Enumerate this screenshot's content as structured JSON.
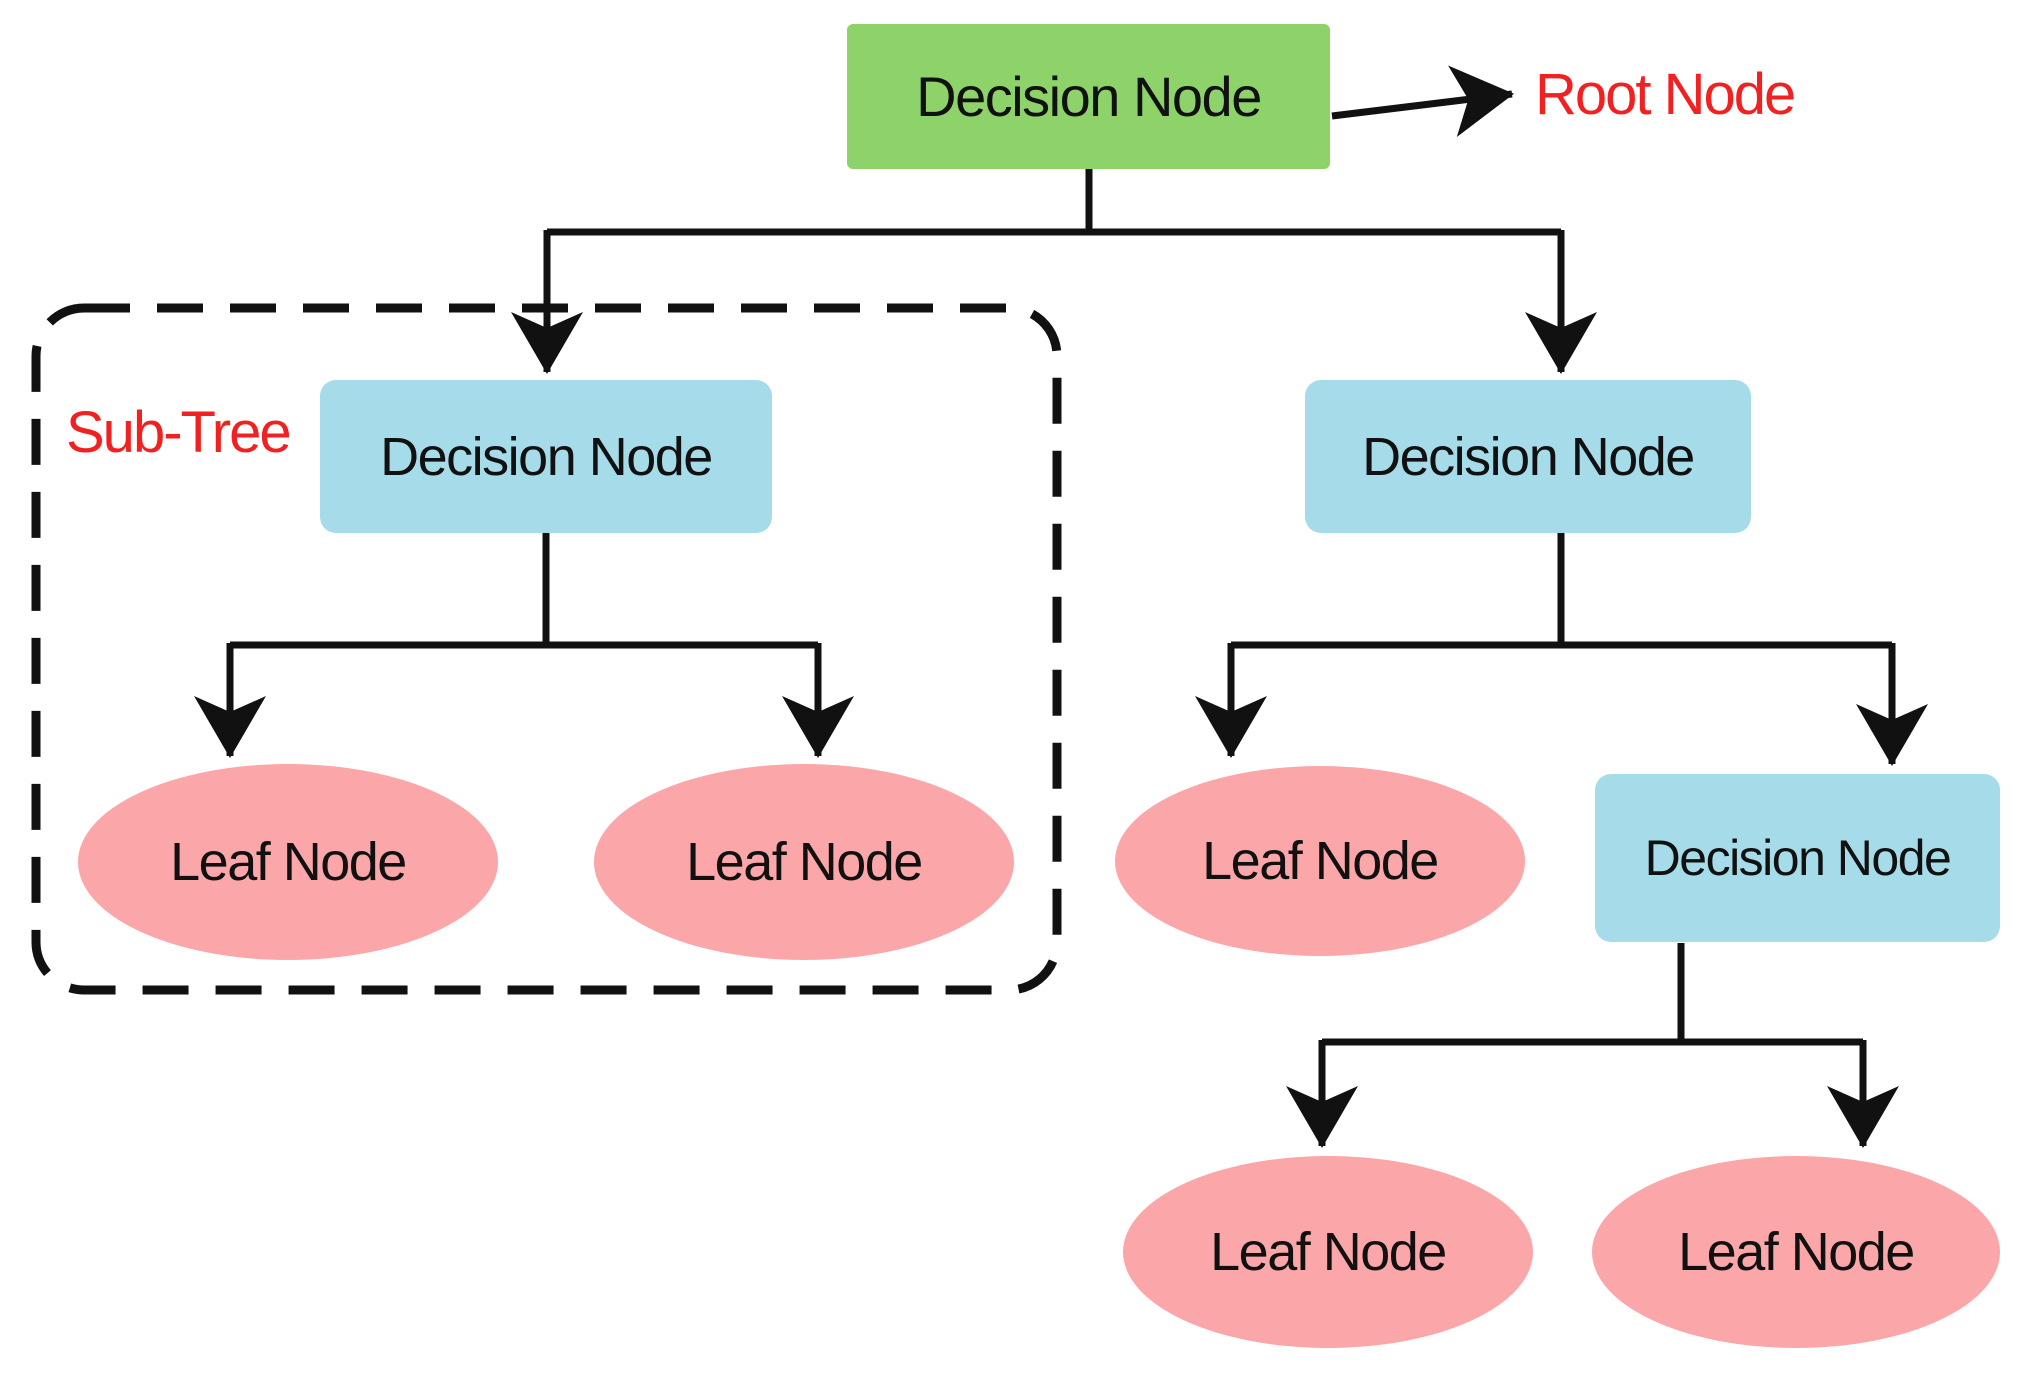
{
  "diagram": {
    "root_node": {
      "label": "Decision Node"
    },
    "root_annotation": {
      "label": "Root Node"
    },
    "subtree_annotation": {
      "label": "Sub-Tree"
    },
    "decision_nodes": [
      {
        "label": "Decision Node"
      },
      {
        "label": "Decision Node"
      },
      {
        "label": "Decision Node"
      }
    ],
    "leaf_nodes": [
      {
        "label": "Leaf Node"
      },
      {
        "label": "Leaf Node"
      },
      {
        "label": "Leaf Node"
      },
      {
        "label": "Leaf Node"
      },
      {
        "label": "Leaf Node"
      }
    ]
  },
  "colors": {
    "canvas-bg": "#FFFFFF",
    "root-fill": "#8DD36A",
    "decision-fill": "#A6DBE9",
    "leaf-fill": "#FBA6A9",
    "annotation-red": "#F12121",
    "line": "#111111",
    "text": "#111111"
  }
}
